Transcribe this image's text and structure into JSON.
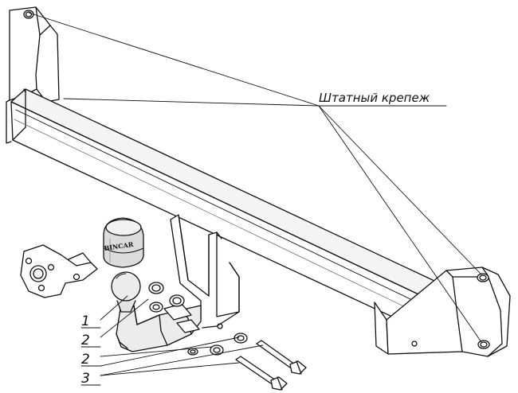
{
  "title_label": "Штатный крепеж",
  "brand_text": "BINCAR",
  "callouts": [
    {
      "number": "1",
      "part": "ball-mount"
    },
    {
      "number": "2",
      "part": "nut-washer"
    },
    {
      "number": "2",
      "part": "nut-washer"
    },
    {
      "number": "3",
      "part": "bolt"
    }
  ],
  "colors": {
    "line": "#111111",
    "background": "#ffffff",
    "shade": "#e8e8e8"
  }
}
